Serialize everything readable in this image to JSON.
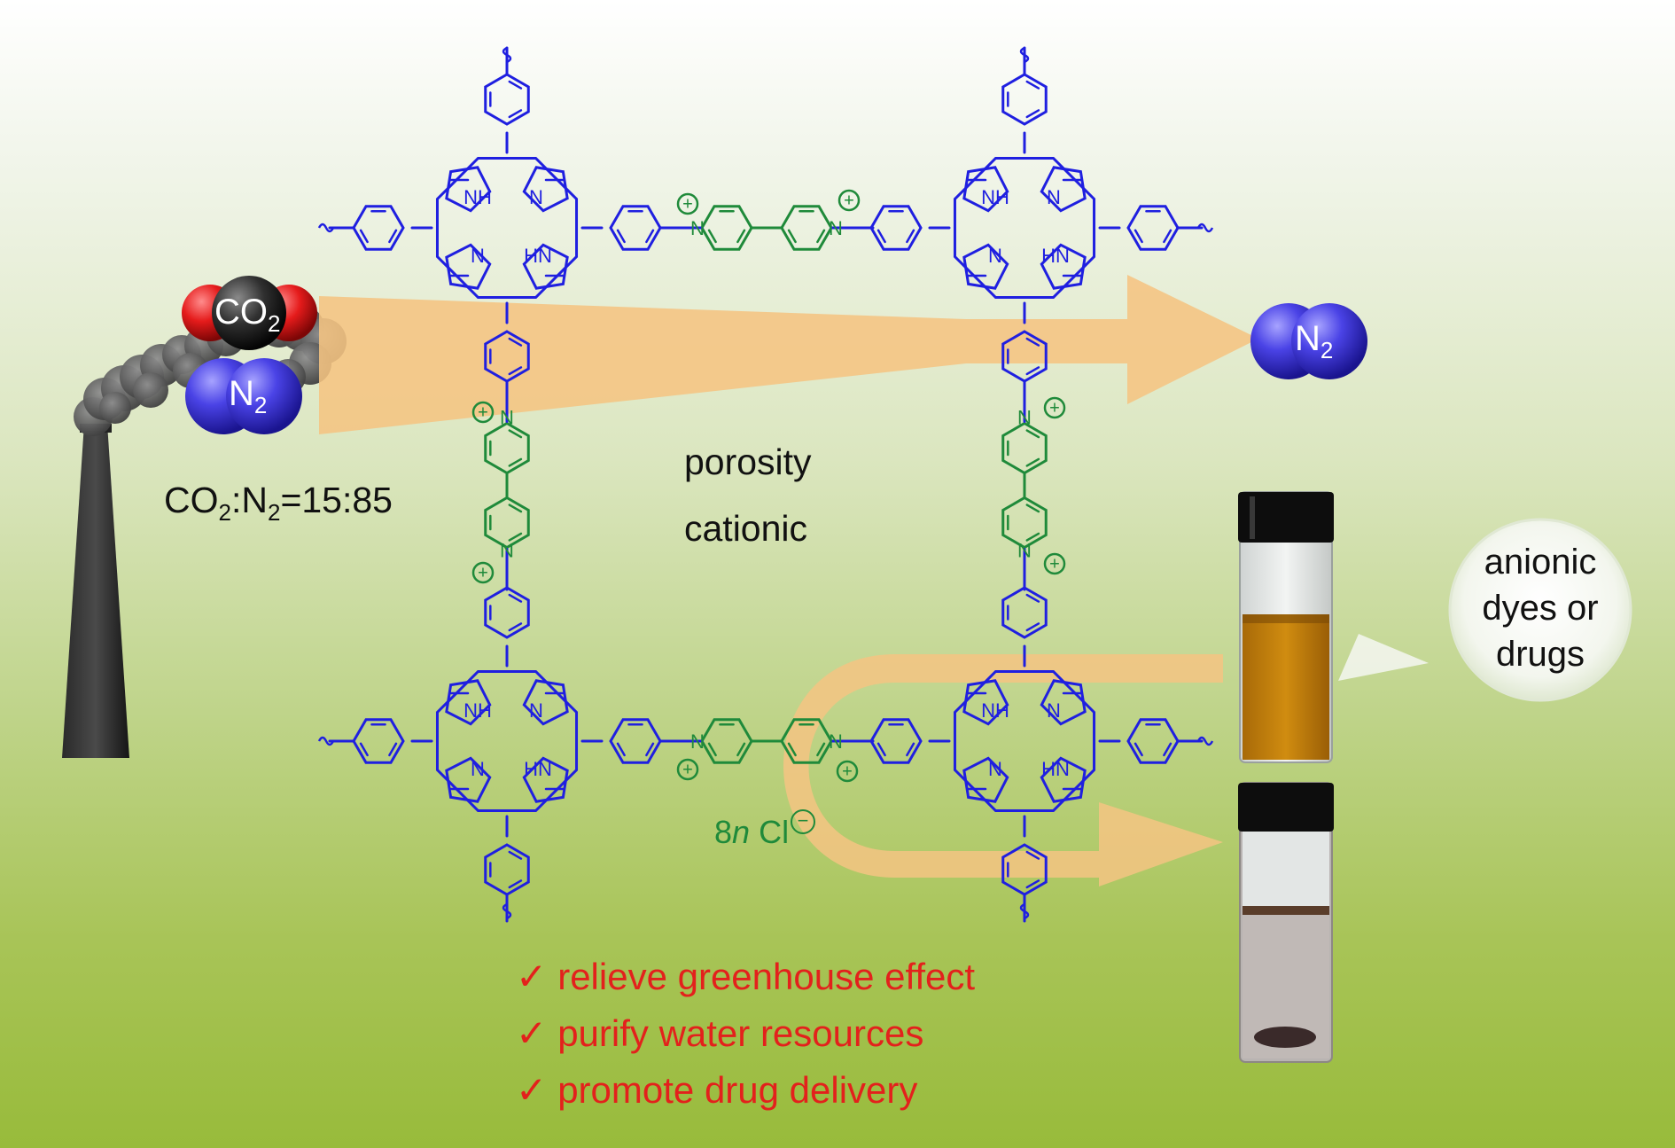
{
  "gas_ratio": {
    "co2": "CO",
    "co2_sub": "2",
    "sep": ":N",
    "n2_sub": "2",
    "ratio": "=15:85"
  },
  "molecules": {
    "co2": {
      "letters": "CO",
      "sub": "2"
    },
    "n2": {
      "letters": "N",
      "sub": "2"
    },
    "n2_out": {
      "letters": "N",
      "sub": "2"
    }
  },
  "properties": {
    "porosity": "porosity",
    "cationic": "cationic"
  },
  "counter_ion": {
    "coef": "8",
    "n": "n",
    "ion": " Cl",
    "charge": "−"
  },
  "bubble": {
    "line1": "anionic",
    "line2": "dyes or",
    "line3": "drugs"
  },
  "benefits": [
    {
      "check": "✓",
      "text": "relieve greenhouse effect"
    },
    {
      "check": "✓",
      "text": "purify water resources"
    },
    {
      "check": "✓",
      "text": "promote drug delivery"
    }
  ],
  "atom_labels": {
    "nh": "NH",
    "n": "N",
    "hn": "HN",
    "pyn": "N",
    "plus": "+"
  },
  "colors": {
    "porphyrin": "#1f1fe0",
    "viologen": "#1f8a3a",
    "arrow": "#f5c482",
    "red_text": "#e3211c",
    "co2_carbon": "#2a2a2a",
    "co2_oxygen": "#e01010",
    "n2": "#3a32d6"
  }
}
